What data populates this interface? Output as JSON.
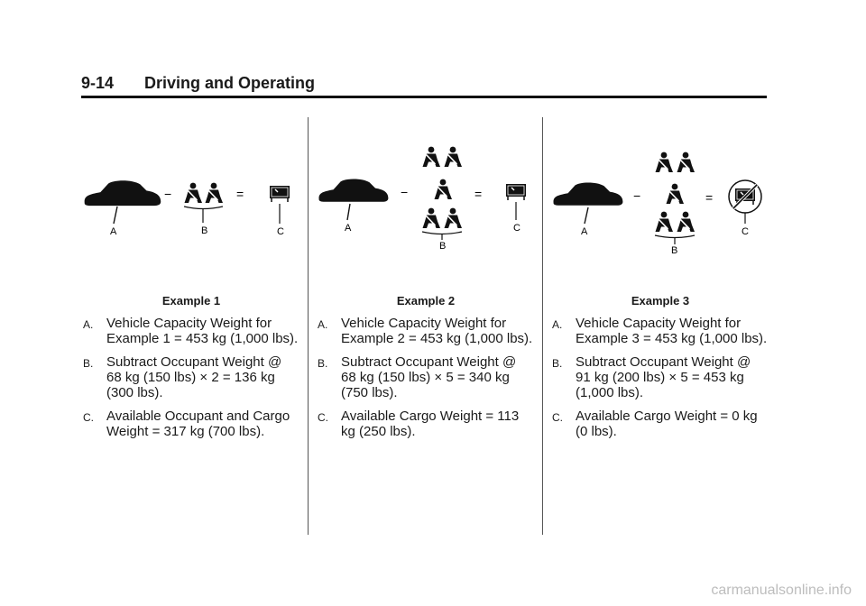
{
  "header": {
    "page_number": "9-14",
    "section_title": "Driving and Operating"
  },
  "examples": [
    {
      "caption": "Example 1",
      "items": [
        {
          "marker": "A.",
          "text": "Vehicle Capacity Weight for Example 1 = 453 kg (1,000 lbs)."
        },
        {
          "marker": "B.",
          "text": "Subtract Occupant Weight @ 68 kg (150 lbs) × 2 = 136 kg (300 lbs)."
        },
        {
          "marker": "C.",
          "text": "Available Occupant and Cargo Weight = 317 kg (700 lbs)."
        }
      ]
    },
    {
      "caption": "Example 2",
      "items": [
        {
          "marker": "A.",
          "text": "Vehicle Capacity Weight for Example 2 = 453 kg (1,000 lbs)."
        },
        {
          "marker": "B.",
          "text": "Subtract Occupant Weight @ 68 kg (150 lbs) × 5 = 340 kg (750 lbs)."
        },
        {
          "marker": "C.",
          "text": "Available Cargo Weight = 113 kg (250 lbs)."
        }
      ]
    },
    {
      "caption": "Example 3",
      "items": [
        {
          "marker": "A.",
          "text": "Vehicle Capacity Weight for Example 3 = 453 kg (1,000 lbs)."
        },
        {
          "marker": "B.",
          "text": "Subtract Occupant Weight @ 91 kg (200 lbs) × 5 = 453 kg (1,000 lbs)."
        },
        {
          "marker": "C.",
          "text": "Available Cargo Weight = 0 kg (0 lbs)."
        }
      ]
    }
  ],
  "figure_labels": {
    "a": "A",
    "b": "B",
    "c": "C",
    "minus": "−",
    "equals": "="
  },
  "watermark": "carmanualsonline.info"
}
